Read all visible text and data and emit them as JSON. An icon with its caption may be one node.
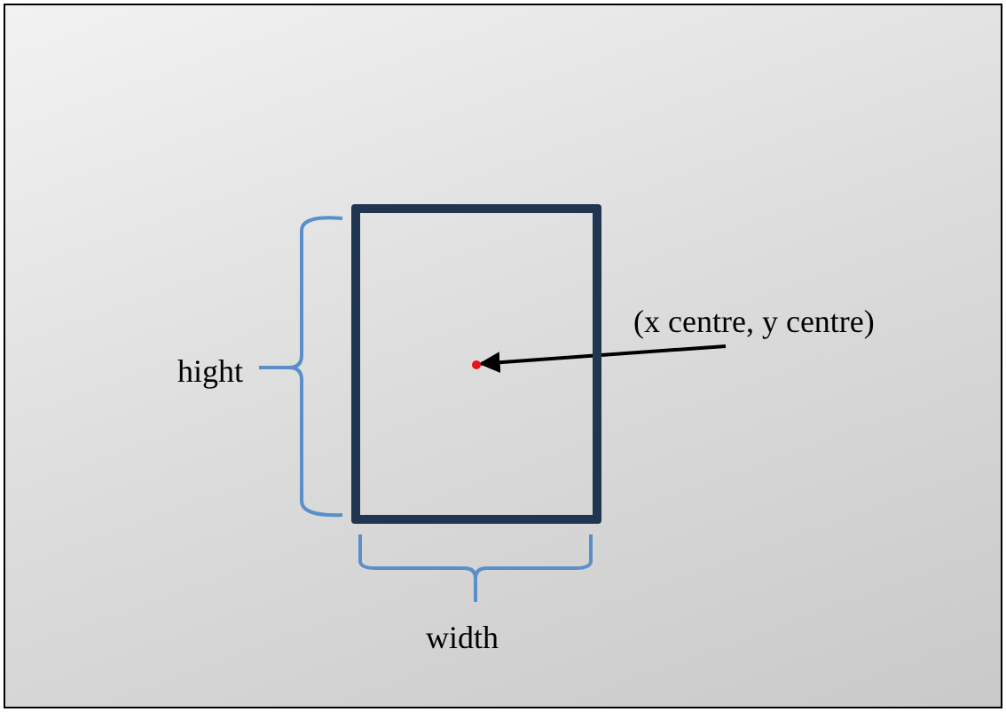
{
  "diagram": {
    "nodes": [
      {
        "text": [],
        "shape": "box"
      },
      {
        "text": [],
        "shape": "circle",
        "in": 0
      },
      {
        "text": [
          "(x centre, y centre)"
        ]
      }
    ],
    "edges": [
      {
        "from": 2,
        "to": 1,
        "arrow": "to"
      }
    ],
    "labels": [
      "hight",
      "width"
    ]
  }
}
